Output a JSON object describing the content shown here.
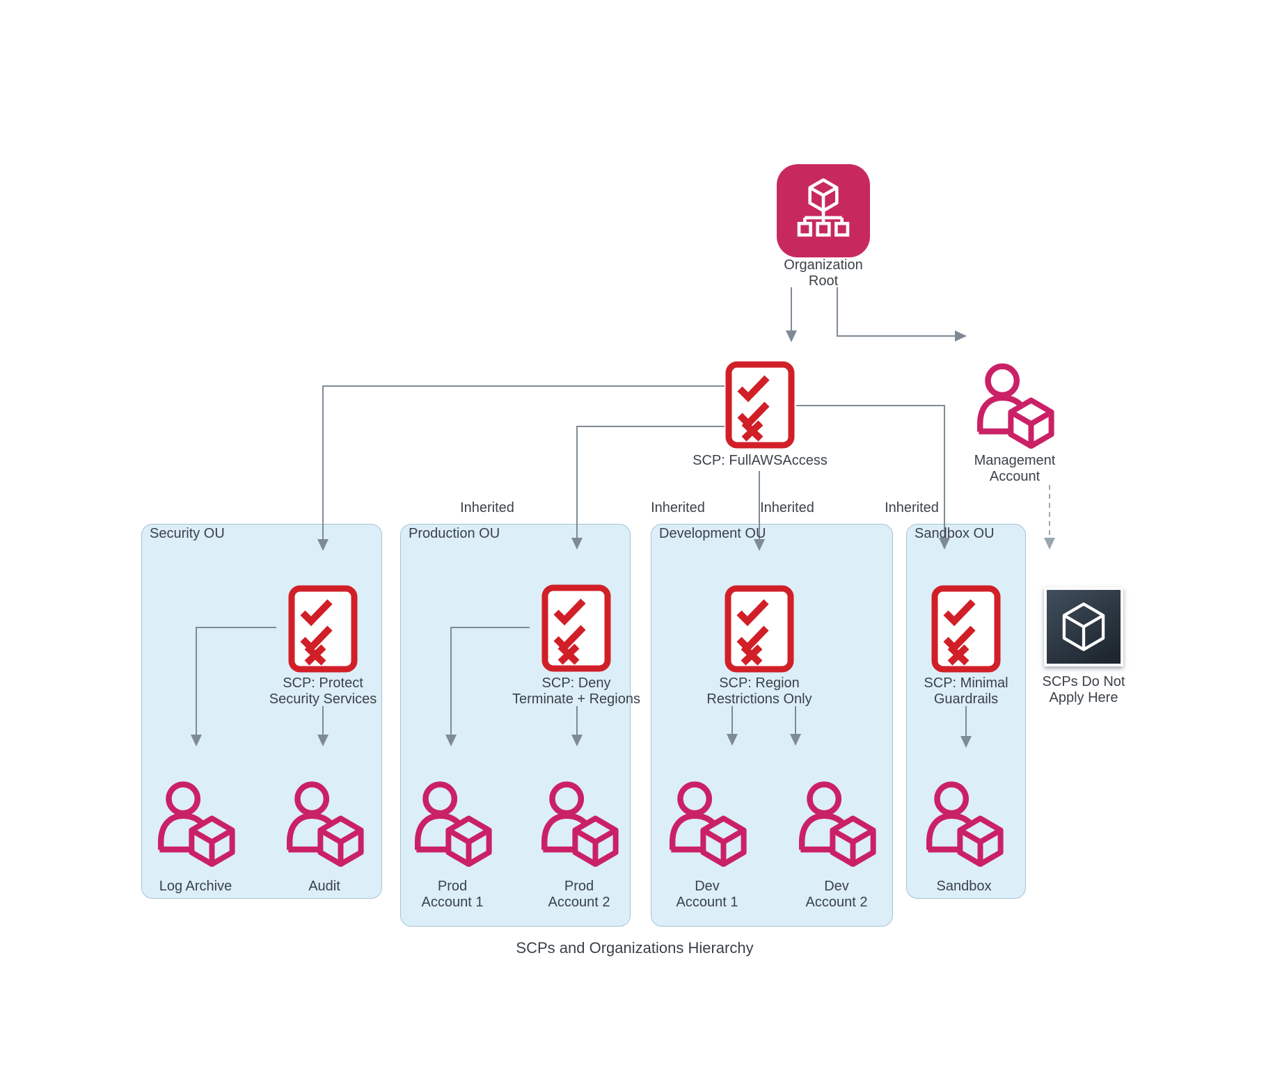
{
  "title": "SCPs and Organizations Hierarchy",
  "colors": {
    "panel_fill": "#dceef8",
    "panel_border": "#a6c3d4",
    "org_pink": "#c7295f",
    "account_pink": "#ca2166",
    "scp_red": "#d11f28",
    "arrow_gray": "#7e8b96",
    "dashed_gray": "#9aa6ae",
    "dark_icon_bg": "#2a343f",
    "text": "#3b4148"
  },
  "root": {
    "label": "Organization\nRoot"
  },
  "root_scp": {
    "label": "SCP: FullAWSAccess"
  },
  "management_account": {
    "label": "Management\nAccount"
  },
  "scps_not_apply": {
    "label": "SCPs Do Not\nApply Here"
  },
  "inherited": {
    "a": "Inherited",
    "b": "Inherited",
    "c": "Inherited",
    "d": "Inherited"
  },
  "ous": {
    "security": {
      "name": "Security OU",
      "scp_label": "SCP: Protect\nSecurity Services",
      "accounts": {
        "a": "Log Archive",
        "b": "Audit"
      }
    },
    "production": {
      "name": "Production OU",
      "scp_label": "SCP: Deny\nTerminate + Regions",
      "accounts": {
        "a": "Prod\nAccount 1",
        "b": "Prod\nAccount 2"
      }
    },
    "development": {
      "name": "Development OU",
      "scp_label": "SCP: Region\nRestrictions Only",
      "accounts": {
        "a": "Dev\nAccount 1",
        "b": "Dev\nAccount 2"
      }
    },
    "sandbox": {
      "name": "Sandbox OU",
      "scp_label": "SCP: Minimal\nGuardrails",
      "accounts": {
        "a": "Sandbox"
      }
    }
  }
}
